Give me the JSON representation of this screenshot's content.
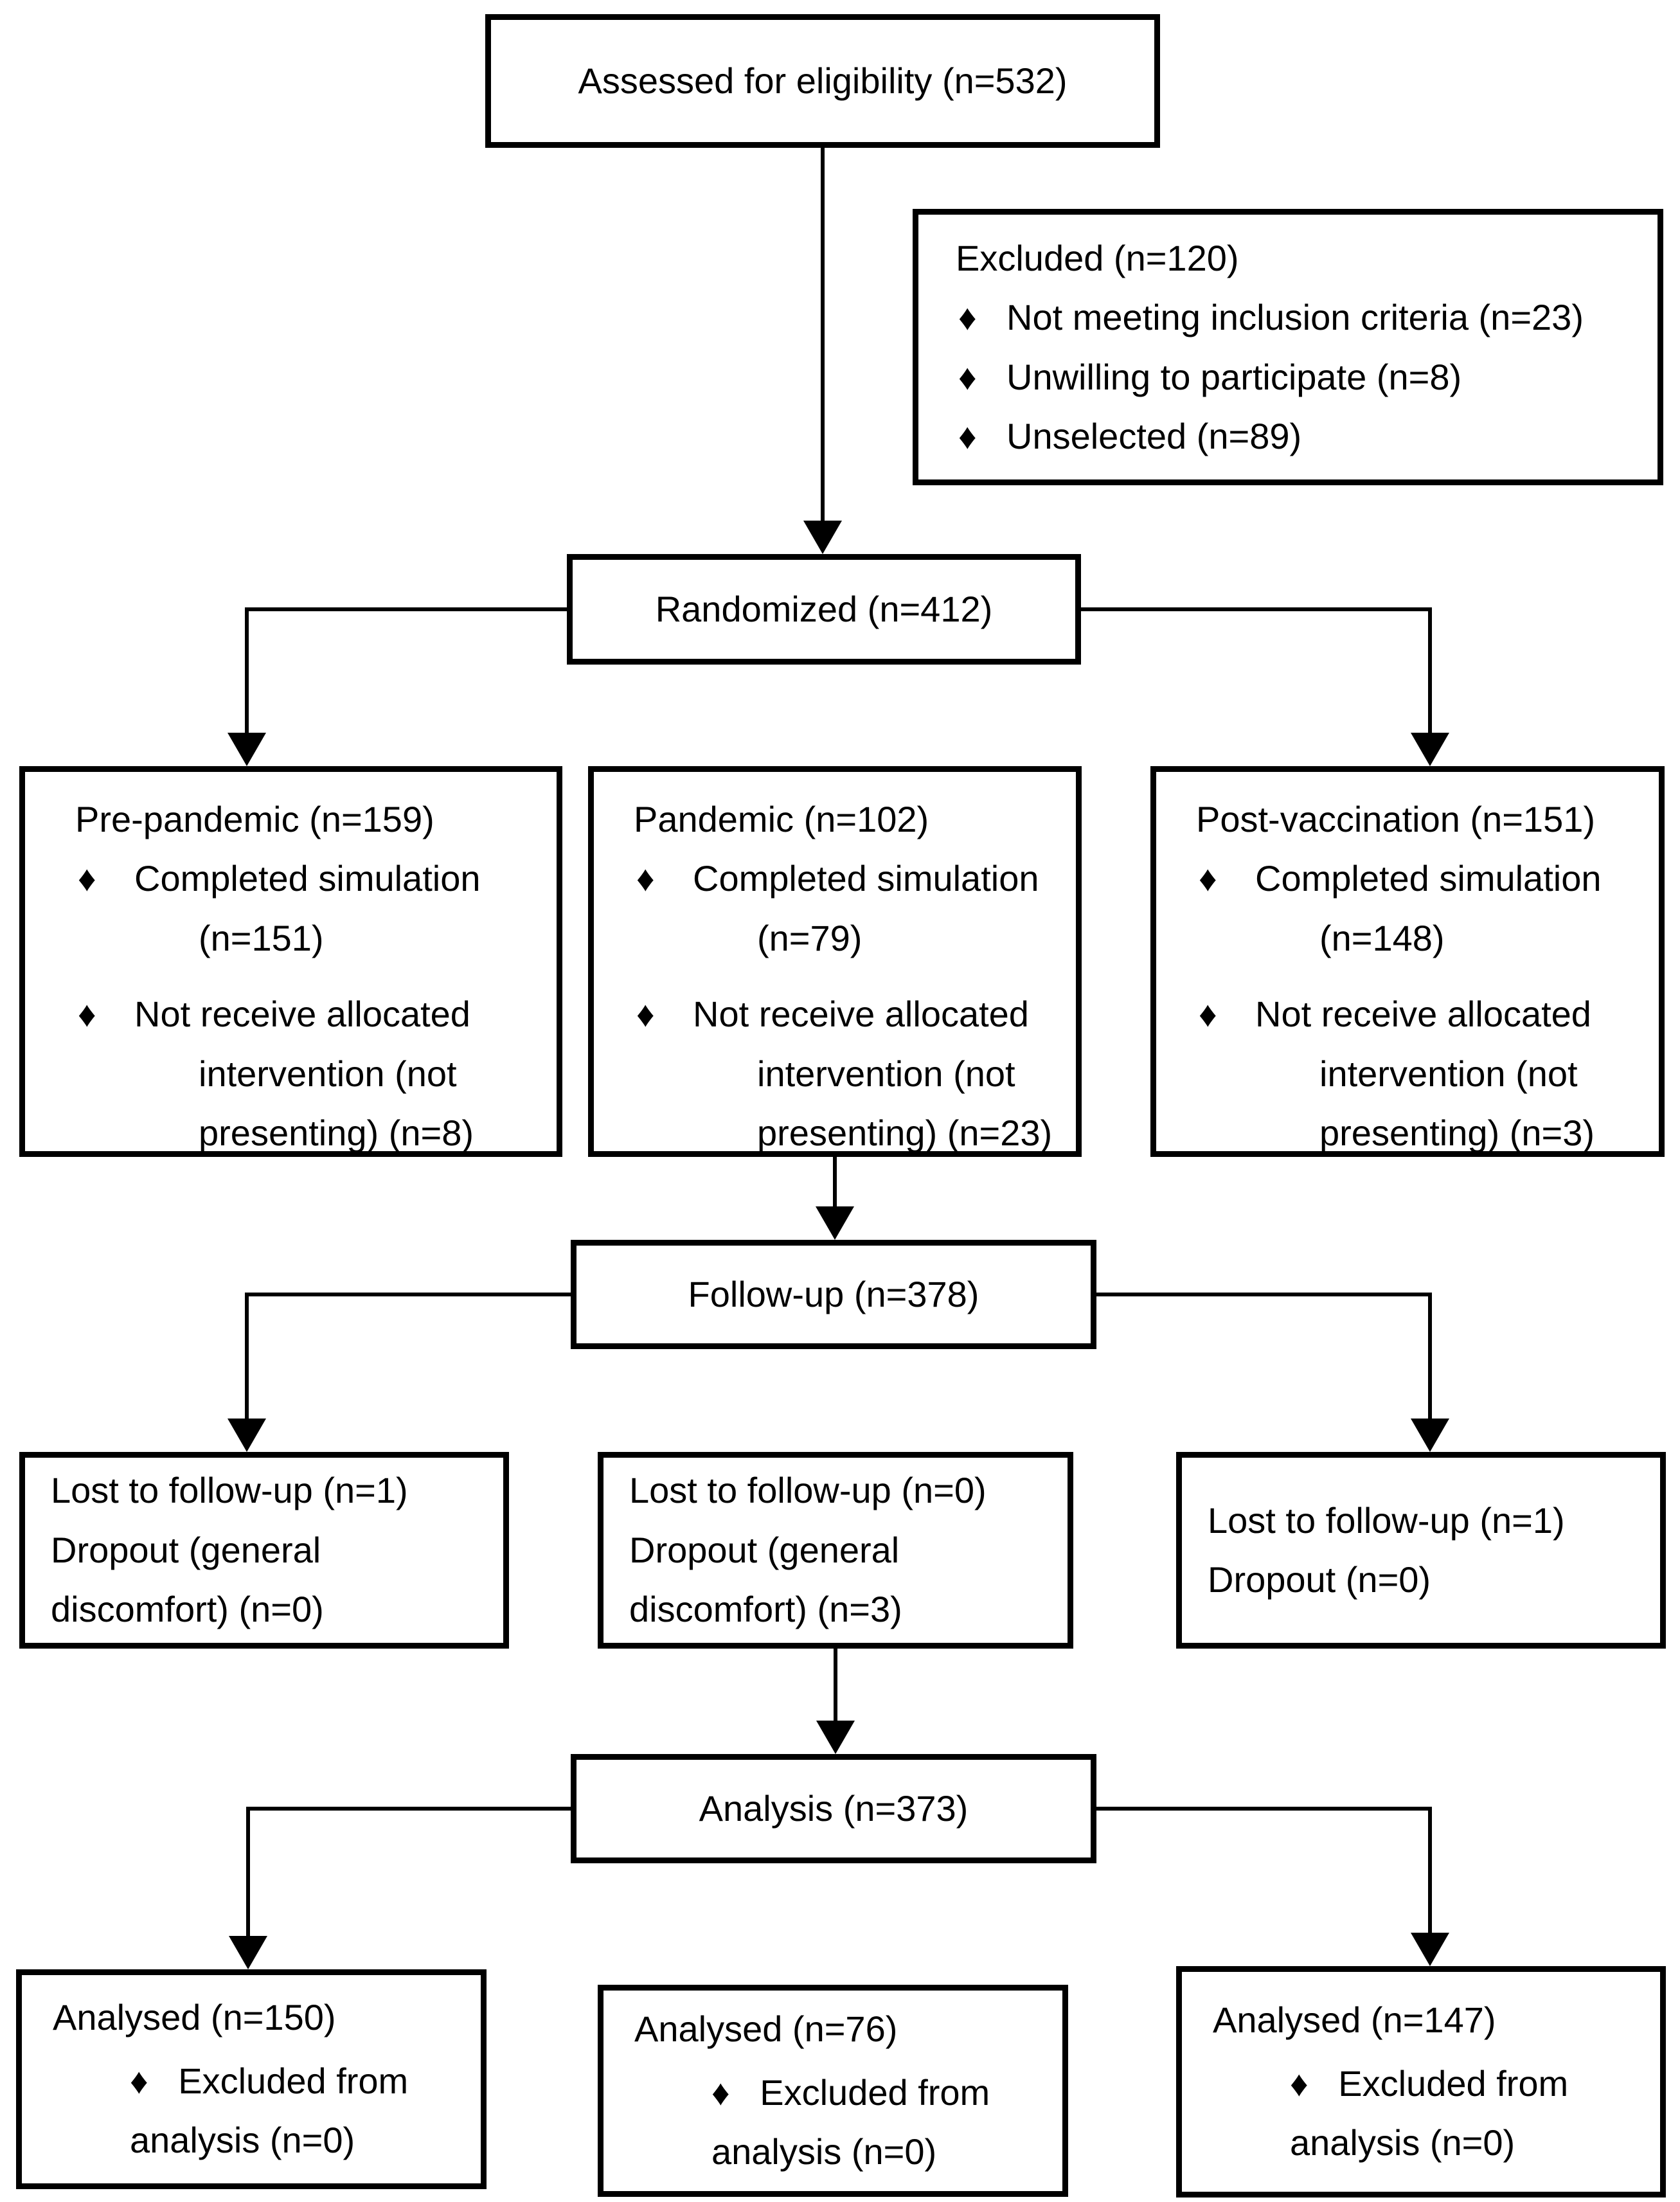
{
  "diagram": {
    "bullet_glyph": "♦",
    "colors": {
      "box_border": "#000000",
      "box_fill": "#ffffff",
      "text": "#000000",
      "background": "#ffffff"
    },
    "assessed": {
      "label": "Assessed for eligibility (n=532)"
    },
    "excluded": {
      "title": "Excluded (n=120)",
      "items": [
        "Not meeting inclusion criteria (n=23)",
        "Unwilling to participate (n=8)",
        "Unselected (n=89)"
      ]
    },
    "randomized": {
      "label": "Randomized (n=412)"
    },
    "arms": [
      {
        "title": "Pre-pandemic (n=159)",
        "items": [
          "Completed simulation\n(n=151)",
          "Not receive allocated\nintervention (not\npresenting) (n=8)"
        ]
      },
      {
        "title": "Pandemic (n=102)",
        "items": [
          "Completed simulation\n(n=79)",
          "Not receive allocated\nintervention (not\npresenting) (n=23)"
        ]
      },
      {
        "title": "Post-vaccination (n=151)",
        "items": [
          "Completed simulation\n(n=148)",
          "Not receive allocated\nintervention (not\npresenting) (n=3)"
        ]
      }
    ],
    "followup": {
      "label": "Follow-up (n=378)"
    },
    "lost": [
      {
        "text": "Lost to follow-up (n=1)\nDropout (general\ndiscomfort) (n=0)"
      },
      {
        "text": "Lost to follow-up (n=0)\nDropout (general\ndiscomfort) (n=3)"
      },
      {
        "text": "Lost to follow-up (n=1)\nDropout (n=0)"
      }
    ],
    "analysis": {
      "label": "Analysis (n=373)"
    },
    "analysed": [
      {
        "title": "Analysed (n=150)",
        "item": "Excluded from\nanalysis (n=0)"
      },
      {
        "title": "Analysed (n=76)",
        "item": "Excluded from\nanalysis (n=0)"
      },
      {
        "title": "Analysed (n=147)",
        "item": "Excluded from\nanalysis (n=0)"
      }
    ]
  }
}
